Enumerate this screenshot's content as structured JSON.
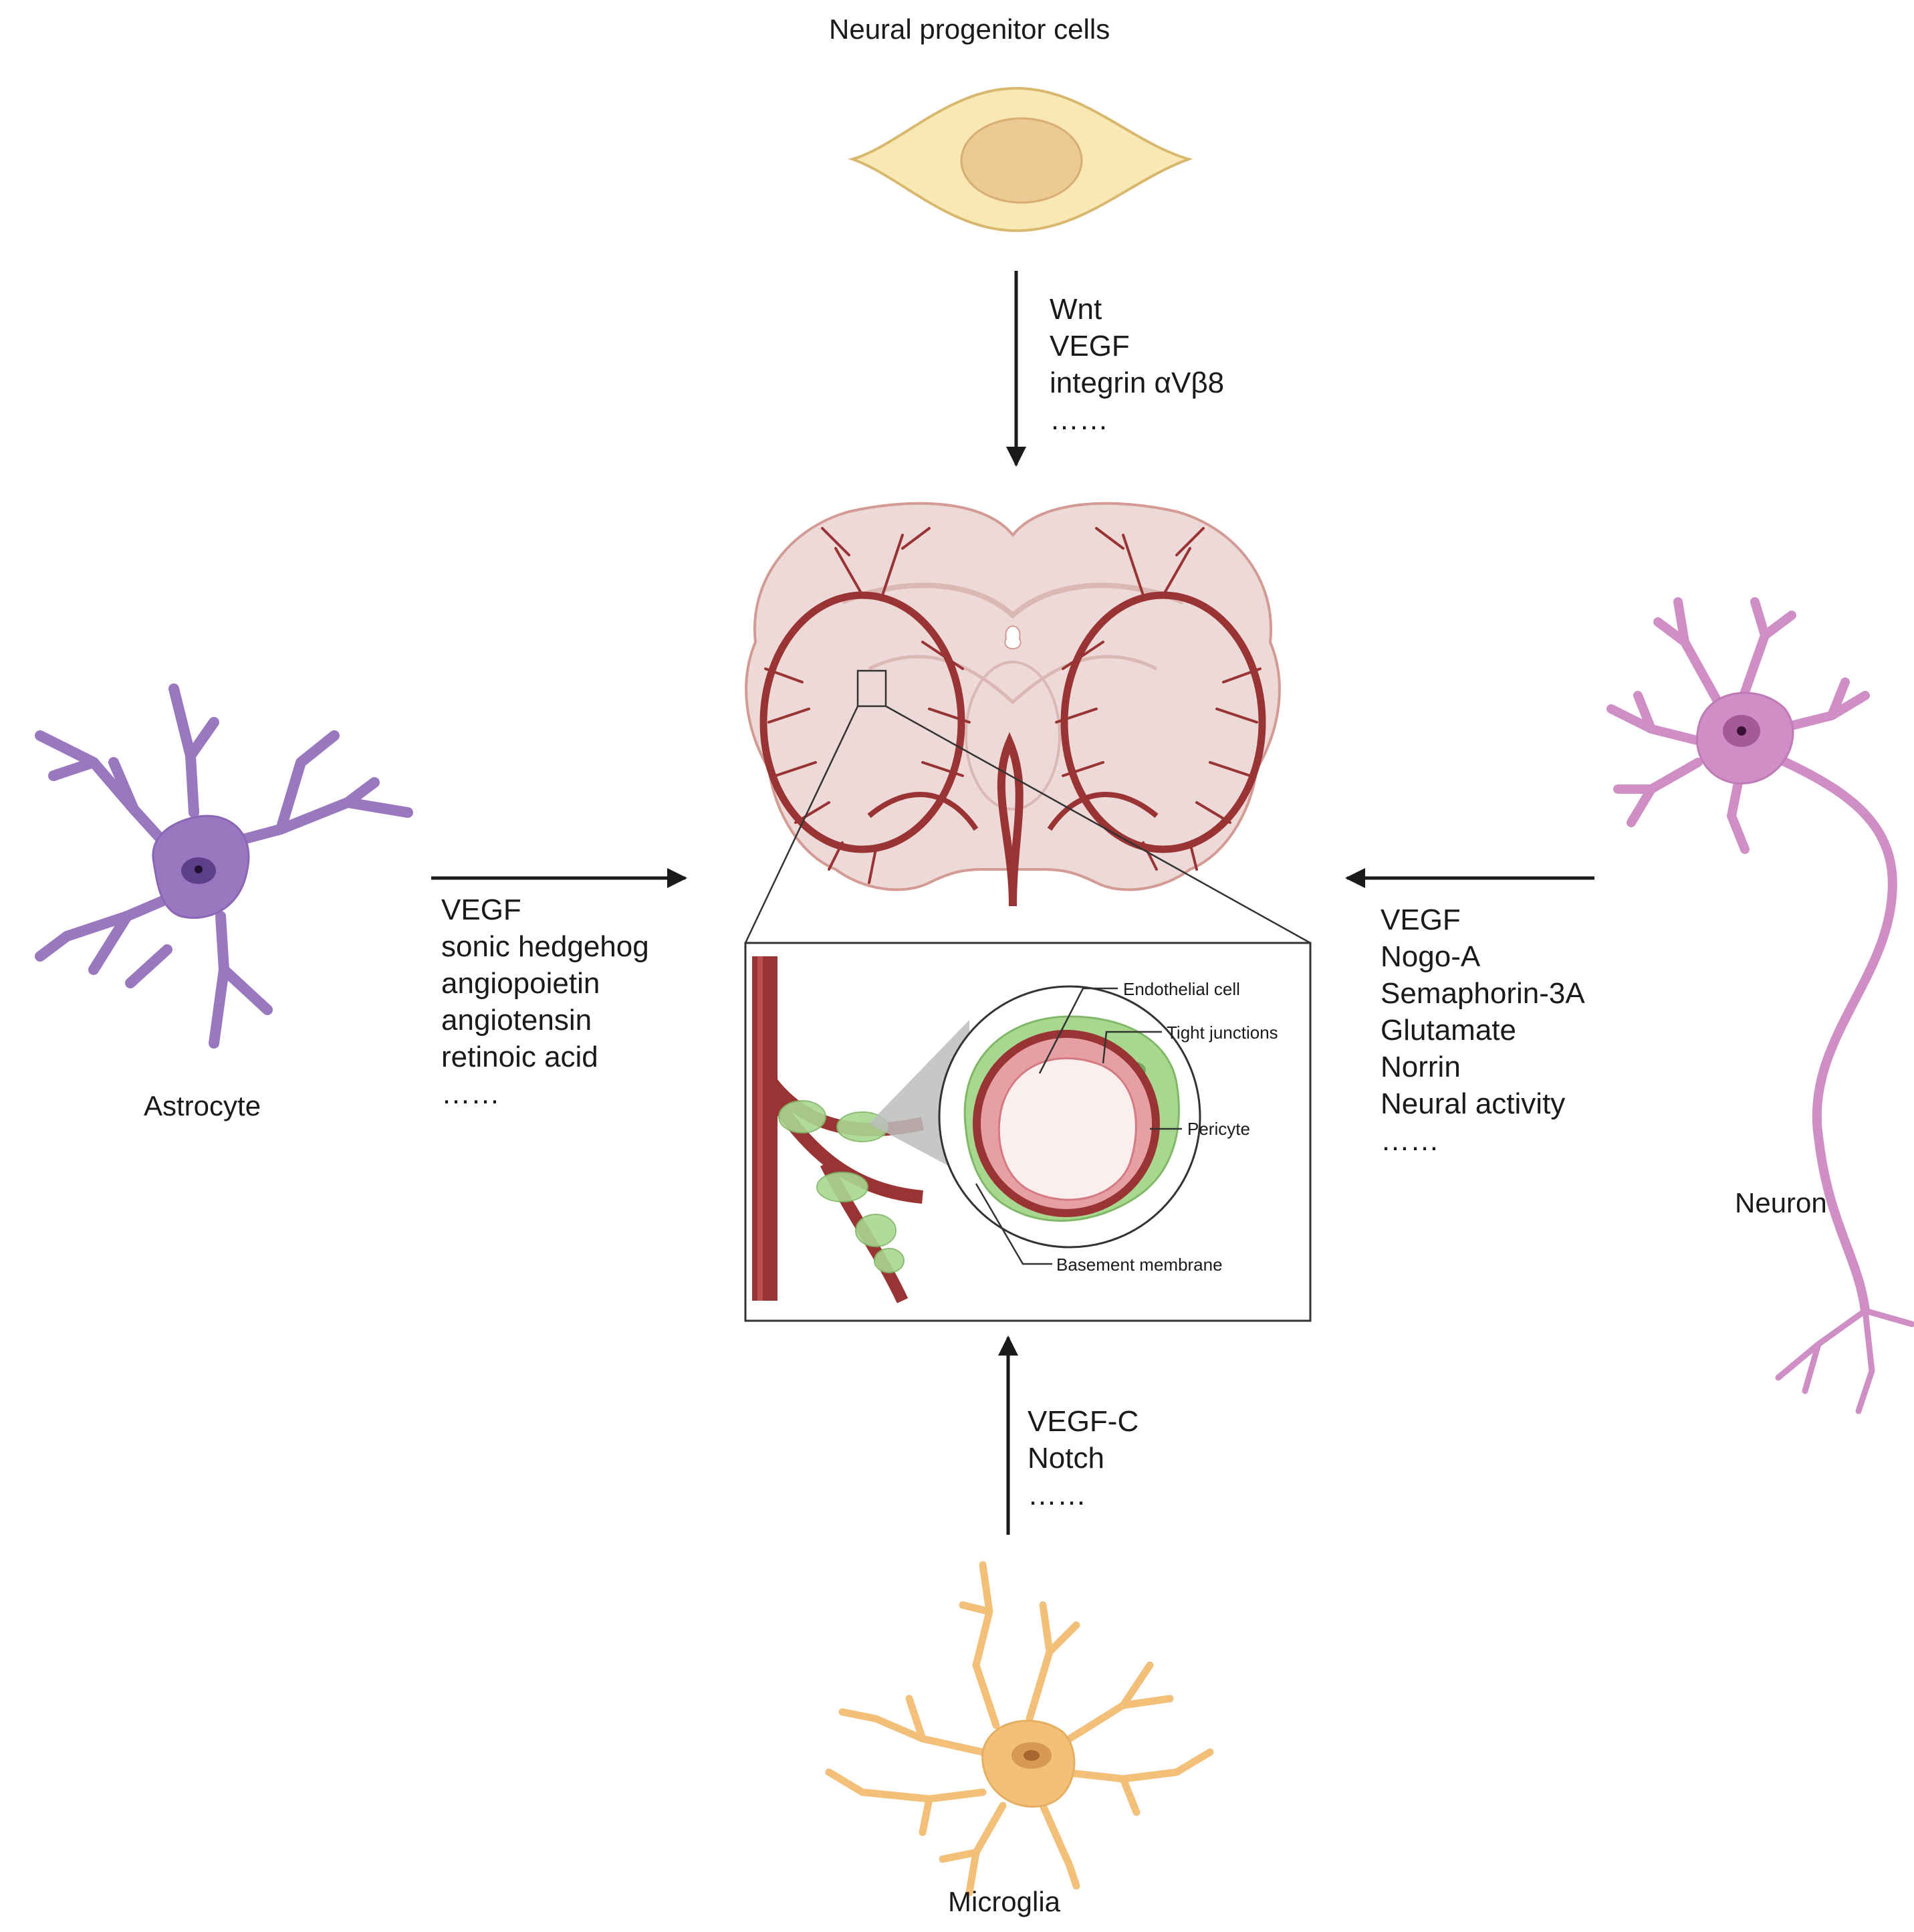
{
  "cells": {
    "progenitor": "Neural progenitor cells",
    "astrocyte": "Astrocyte",
    "neuron": "Neuron",
    "microglia": "Microglia"
  },
  "factors": {
    "progenitor": [
      "Wnt",
      "VEGF",
      "integrin αVβ8",
      "……"
    ],
    "astrocyte": [
      "VEGF",
      "sonic hedgehog",
      "angiopoietin",
      "angiotensin",
      "retinoic acid",
      "……"
    ],
    "neuron": [
      "VEGF",
      "Nogo-A",
      "Semaphorin-3A",
      "Glutamate",
      "Norrin",
      "Neural activity",
      "……"
    ],
    "microglia": [
      "VEGF-C",
      "Notch",
      "……"
    ]
  },
  "inset": {
    "endothelial": "Endothelial cell",
    "tight": "Tight junctions",
    "pericyte": "Pericyte",
    "basement": "Basement membrane"
  },
  "colors": {
    "vessel": "#9a3434",
    "brain": "#ecd9d8",
    "astrocyte": "#9a78c0",
    "neuron": "#cf8fc6",
    "microglia": "#f2c078",
    "progenitor": "#f8e8b4",
    "pericyte": "#a8d890"
  }
}
